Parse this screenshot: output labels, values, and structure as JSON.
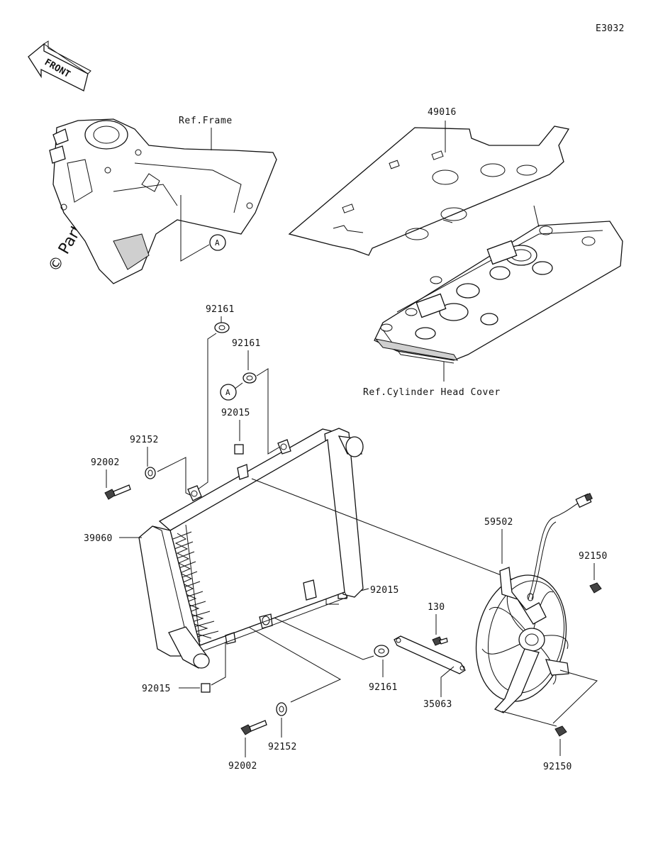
{
  "diagram_code": "E3032",
  "front_label": "FRONT",
  "watermark": "© Partzilla.com",
  "refs": {
    "frame": "Ref.Frame",
    "cylinder_head_cover": "Ref.Cylinder Head Cover"
  },
  "callout_a": "A",
  "parts": {
    "p49016": "49016",
    "p92161_top": "92161",
    "p92161_mid": "92161",
    "p92161_low": "92161",
    "p92015_top": "92015",
    "p92015_right": "92015",
    "p92015_bottom": "92015",
    "p92152_top": "92152",
    "p92152_bottom": "92152",
    "p92002_top": "92002",
    "p92002_bottom": "92002",
    "p39060": "39060",
    "p59502": "59502",
    "p92150_top": "92150",
    "p92150_bottom": "92150",
    "p130": "130",
    "p35063": "35063"
  }
}
